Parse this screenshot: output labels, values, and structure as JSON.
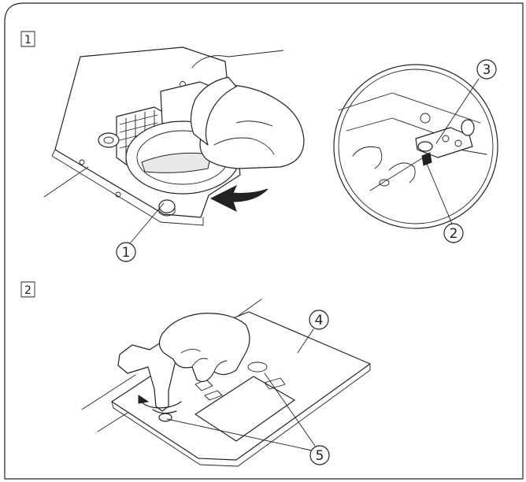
{
  "steps": {
    "step1": {
      "label": "1"
    },
    "step2": {
      "label": "2"
    }
  },
  "callouts": {
    "c1": "1",
    "c2": "2",
    "c3": "3",
    "c4": "4",
    "c5": "5"
  },
  "icons": {
    "arrow": "curved-arrow-icon",
    "rotate": "rotate-arrow-icon"
  }
}
